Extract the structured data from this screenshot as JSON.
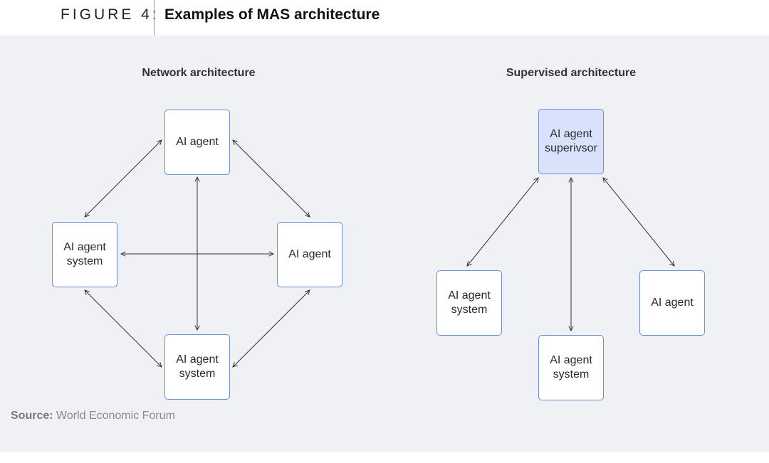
{
  "header": {
    "figure_label": "FIGURE 4:",
    "title": "Examples of MAS architecture"
  },
  "network": {
    "title": "Network architecture",
    "nodes": {
      "top": "AI agent",
      "left": "AI agent\nsystem",
      "right": "AI agent",
      "bottom": "AI agent\nsystem"
    }
  },
  "supervised": {
    "title": "Supervised architecture",
    "nodes": {
      "supervisor": "AI agent\nsuperivsor",
      "left": "AI agent\nsystem",
      "bottom": "AI agent\nsystem",
      "right": "AI agent"
    }
  },
  "source": {
    "label": "Source:",
    "text": "World Economic Forum"
  },
  "colors": {
    "node_border": "#6b8fd6",
    "supervisor_fill": "#d8e3fb",
    "panel_background": "#eff1f5",
    "arrow": "#333333"
  }
}
